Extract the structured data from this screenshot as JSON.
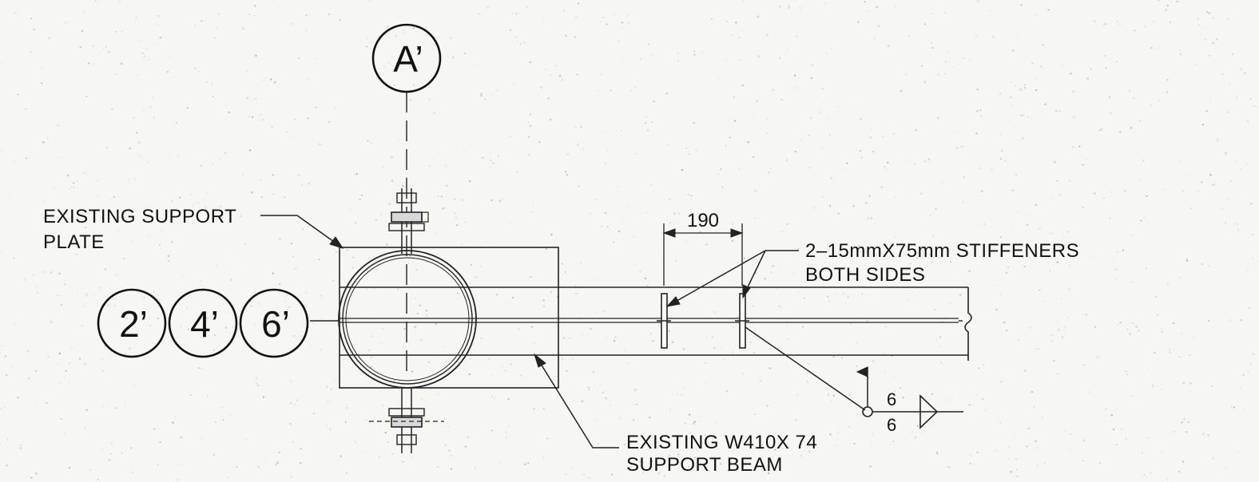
{
  "grid_marks": {
    "top": "A’",
    "left": [
      "2’",
      "4’",
      "6’"
    ]
  },
  "dimension": {
    "value": "190"
  },
  "labels": {
    "support_plate": [
      "EXISTING SUPPORT",
      "PLATE"
    ],
    "stiffeners": [
      "2–15mmX75mm STIFFENERS",
      "BOTH SIDES"
    ],
    "support_beam": [
      "EXISTING W410X 74",
      "SUPPORT BEAM"
    ]
  },
  "weld": {
    "top": "6",
    "bottom": "6"
  }
}
